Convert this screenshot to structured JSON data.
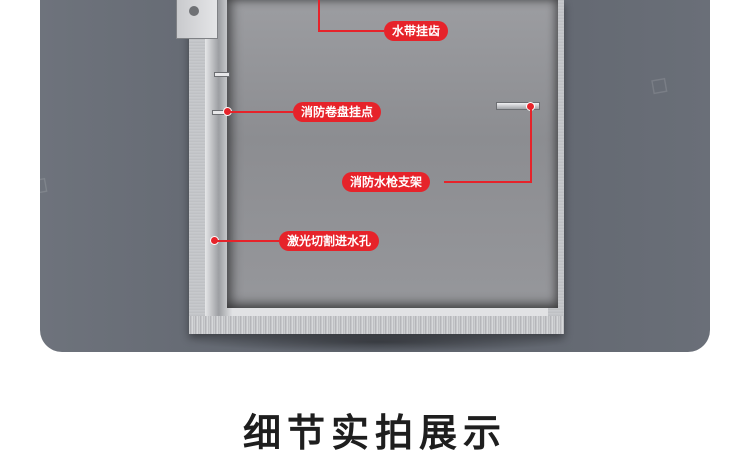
{
  "callouts": {
    "hose_hook": "水带挂齿",
    "hose_reel_hook": "消防卷盘挂点",
    "nozzle_bracket": "消防水枪支架",
    "laser_inlet": "激光切割进水孔"
  },
  "section_heading": "细节实拍展示",
  "accent_color": "#e6232a"
}
